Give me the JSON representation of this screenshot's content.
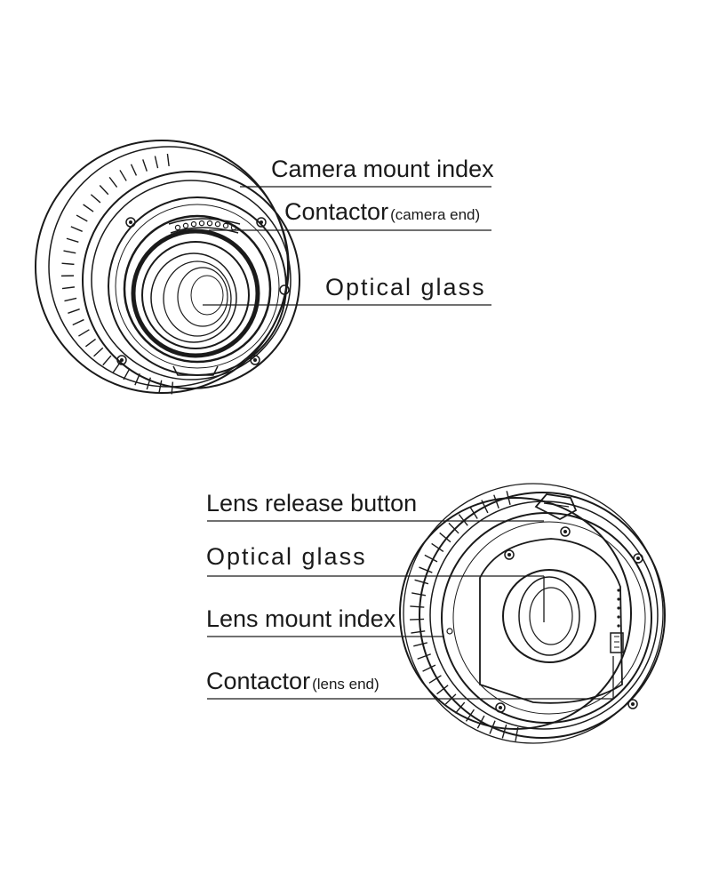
{
  "top": {
    "labels": {
      "camera_mount_index": "Camera mount index",
      "contactor": "Contactor",
      "contactor_note": "(camera end)",
      "optical_glass": "Optical glass"
    }
  },
  "bottom": {
    "labels": {
      "lens_release_button": "Lens release button",
      "optical_glass": "Optical glass",
      "lens_mount_index": "Lens mount index",
      "contactor": "Contactor",
      "contactor_note": "(lens end)"
    }
  }
}
